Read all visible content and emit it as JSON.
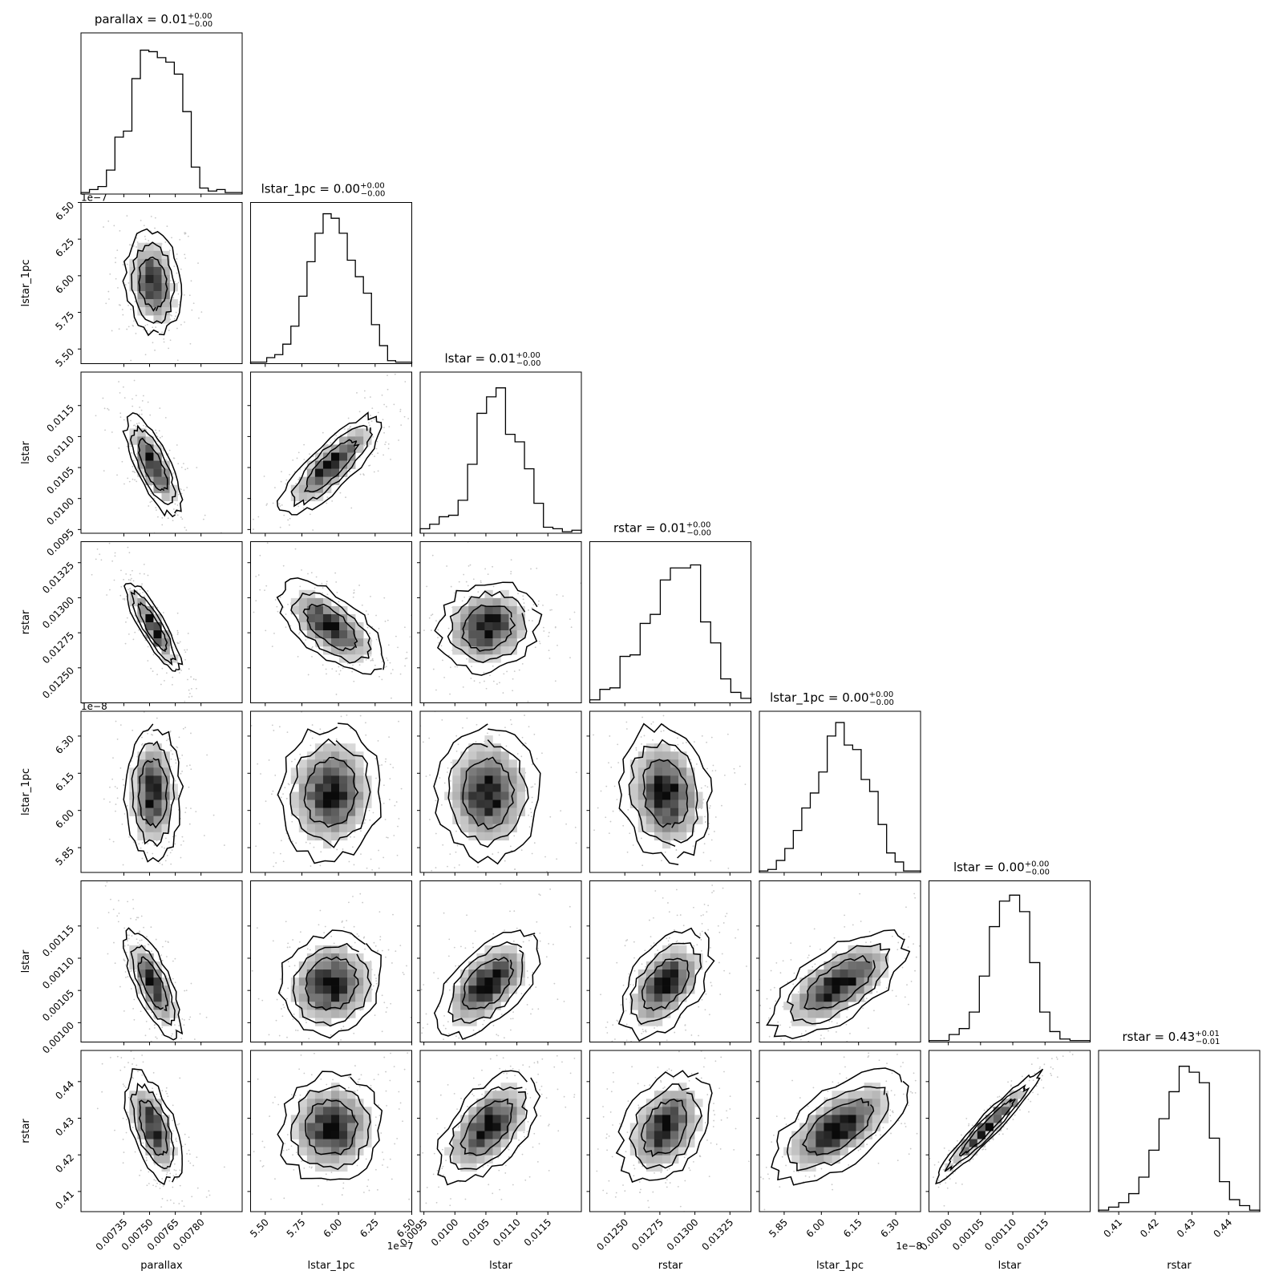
{
  "chart_data": {
    "type": "corner",
    "params": [
      {
        "name": "parallax",
        "title": "parallax = 0.01",
        "sup": "+0.00",
        "sub": "−0.00",
        "ticks": [
          "0.00735",
          "0.00750",
          "0.00765",
          "0.00780"
        ],
        "tickvals": [
          0.00735,
          0.0075,
          0.00765,
          0.0078
        ],
        "range": [
          0.0071,
          0.00804
        ],
        "mean": 0.00752,
        "sd": 6e-05,
        "offset": "",
        "hist": [
          0.01,
          0.03,
          0.05,
          0.16,
          0.38,
          0.42,
          0.77,
          0.96,
          0.95,
          0.91,
          0.88,
          0.8,
          0.55,
          0.18,
          0.04,
          0.02,
          0.03,
          0.01,
          0.01
        ]
      },
      {
        "name": "lstar_1pc",
        "title": "lstar_1pc = 0.00",
        "sup": "+0.00",
        "sub": "−0.00",
        "ticks": [
          "5.50",
          "5.75",
          "6.00",
          "6.25",
          "6.50"
        ],
        "tickvals": [
          5.5,
          5.75,
          6.0,
          6.25,
          6.5
        ],
        "range": [
          5.4,
          6.5
        ],
        "mean": 5.95,
        "sd": 0.13,
        "offset": "1e−7",
        "hist": [
          0.01,
          0.01,
          0.04,
          0.06,
          0.13,
          0.25,
          0.45,
          0.68,
          0.87,
          1.0,
          0.97,
          0.87,
          0.69,
          0.58,
          0.47,
          0.26,
          0.12,
          0.02,
          0.01,
          0.01
        ]
      },
      {
        "name": "lstar",
        "title": "lstar = 0.01",
        "sup": "+0.00",
        "sub": "−0.00",
        "ticks": [
          "0.0095",
          "0.0100",
          "0.0105",
          "0.0110",
          "0.0115"
        ],
        "tickvals": [
          0.0095,
          0.01,
          0.0105,
          0.011,
          0.0115
        ],
        "range": [
          0.00944,
          0.01204
        ],
        "mean": 0.01053,
        "sd": 0.0003,
        "offset": "",
        "hist": [
          0.03,
          0.06,
          0.11,
          0.12,
          0.22,
          0.46,
          0.8,
          0.91,
          0.97,
          0.66,
          0.61,
          0.43,
          0.2,
          0.04,
          0.03,
          0.01,
          0.02
        ]
      },
      {
        "name": "rstar",
        "title": "rstar = 0.01",
        "sup": "+0.00",
        "sub": "−0.00",
        "ticks": [
          "0.01250",
          "0.01275",
          "0.01300",
          "0.01325"
        ],
        "tickvals": [
          0.0125,
          0.01275,
          0.013,
          0.01325
        ],
        "range": [
          0.01225,
          0.0134
        ],
        "mean": 0.01279,
        "sd": 0.00012,
        "offset": "",
        "hist": [
          0.02,
          0.09,
          0.1,
          0.31,
          0.32,
          0.53,
          0.59,
          0.82,
          0.9,
          0.9,
          0.92,
          0.54,
          0.4,
          0.16,
          0.07,
          0.03
        ]
      },
      {
        "name": "lstar_1pc",
        "title": "lstar_1pc = 0.00",
        "sup": "+0.00",
        "sub": "−0.00",
        "ticks": [
          "5.85",
          "6.00",
          "6.15",
          "6.30"
        ],
        "tickvals": [
          5.85,
          6.0,
          6.15,
          6.3
        ],
        "range": [
          5.75,
          6.4
        ],
        "mean": 6.07,
        "sd": 0.1,
        "offset": "1e−8",
        "hist": [
          0.01,
          0.02,
          0.08,
          0.16,
          0.28,
          0.43,
          0.53,
          0.67,
          0.91,
          1.0,
          0.85,
          0.82,
          0.62,
          0.54,
          0.32,
          0.13,
          0.07,
          0.01,
          0.01
        ]
      },
      {
        "name": "lstar",
        "title": "lstar = 0.00",
        "sup": "+0.00",
        "sub": "−0.00",
        "ticks": [
          "0.00100",
          "0.00105",
          "0.00110",
          "0.00115"
        ],
        "tickvals": [
          0.001,
          0.00105,
          0.0011,
          0.00115
        ],
        "range": [
          0.00097,
          0.00122
        ],
        "mean": 0.00106,
        "sd": 3e-05,
        "offset": "",
        "hist": [
          0.01,
          0.01,
          0.05,
          0.09,
          0.2,
          0.44,
          0.77,
          0.94,
          0.98,
          0.87,
          0.53,
          0.2,
          0.07,
          0.02,
          0.01,
          0.01
        ]
      },
      {
        "name": "rstar",
        "title": "rstar = 0.43",
        "sup": "+0.01",
        "sub": "−0.01",
        "ticks": [
          "0.41",
          "0.42",
          "0.43",
          "0.44"
        ],
        "tickvals": [
          0.41,
          0.42,
          0.43,
          0.44
        ],
        "range": [
          0.4045,
          0.4485
        ],
        "mean": 0.4275,
        "sd": 0.0055,
        "offset": "",
        "hist": [
          0.01,
          0.03,
          0.06,
          0.12,
          0.23,
          0.41,
          0.62,
          0.8,
          0.97,
          0.93,
          0.86,
          0.49,
          0.2,
          0.08,
          0.04,
          0.01
        ]
      }
    ],
    "correlations": [
      [
        1.0,
        -0.15,
        -0.72,
        -0.85,
        0.0,
        -0.72,
        -0.58
      ],
      [
        -0.15,
        1.0,
        0.82,
        -0.62,
        0.05,
        0.1,
        0.05
      ],
      [
        -0.72,
        0.82,
        1.0,
        0.1,
        0.0,
        0.55,
        0.55
      ],
      [
        -0.85,
        -0.62,
        0.1,
        1.0,
        -0.15,
        0.5,
        0.35
      ],
      [
        0.0,
        0.05,
        0.0,
        -0.15,
        1.0,
        0.65,
        0.62
      ],
      [
        -0.72,
        0.1,
        0.55,
        0.5,
        0.65,
        1.0,
        0.96
      ],
      [
        -0.58,
        0.05,
        0.55,
        0.35,
        0.62,
        0.96,
        1.0
      ]
    ],
    "legend": "none",
    "grid": false
  }
}
